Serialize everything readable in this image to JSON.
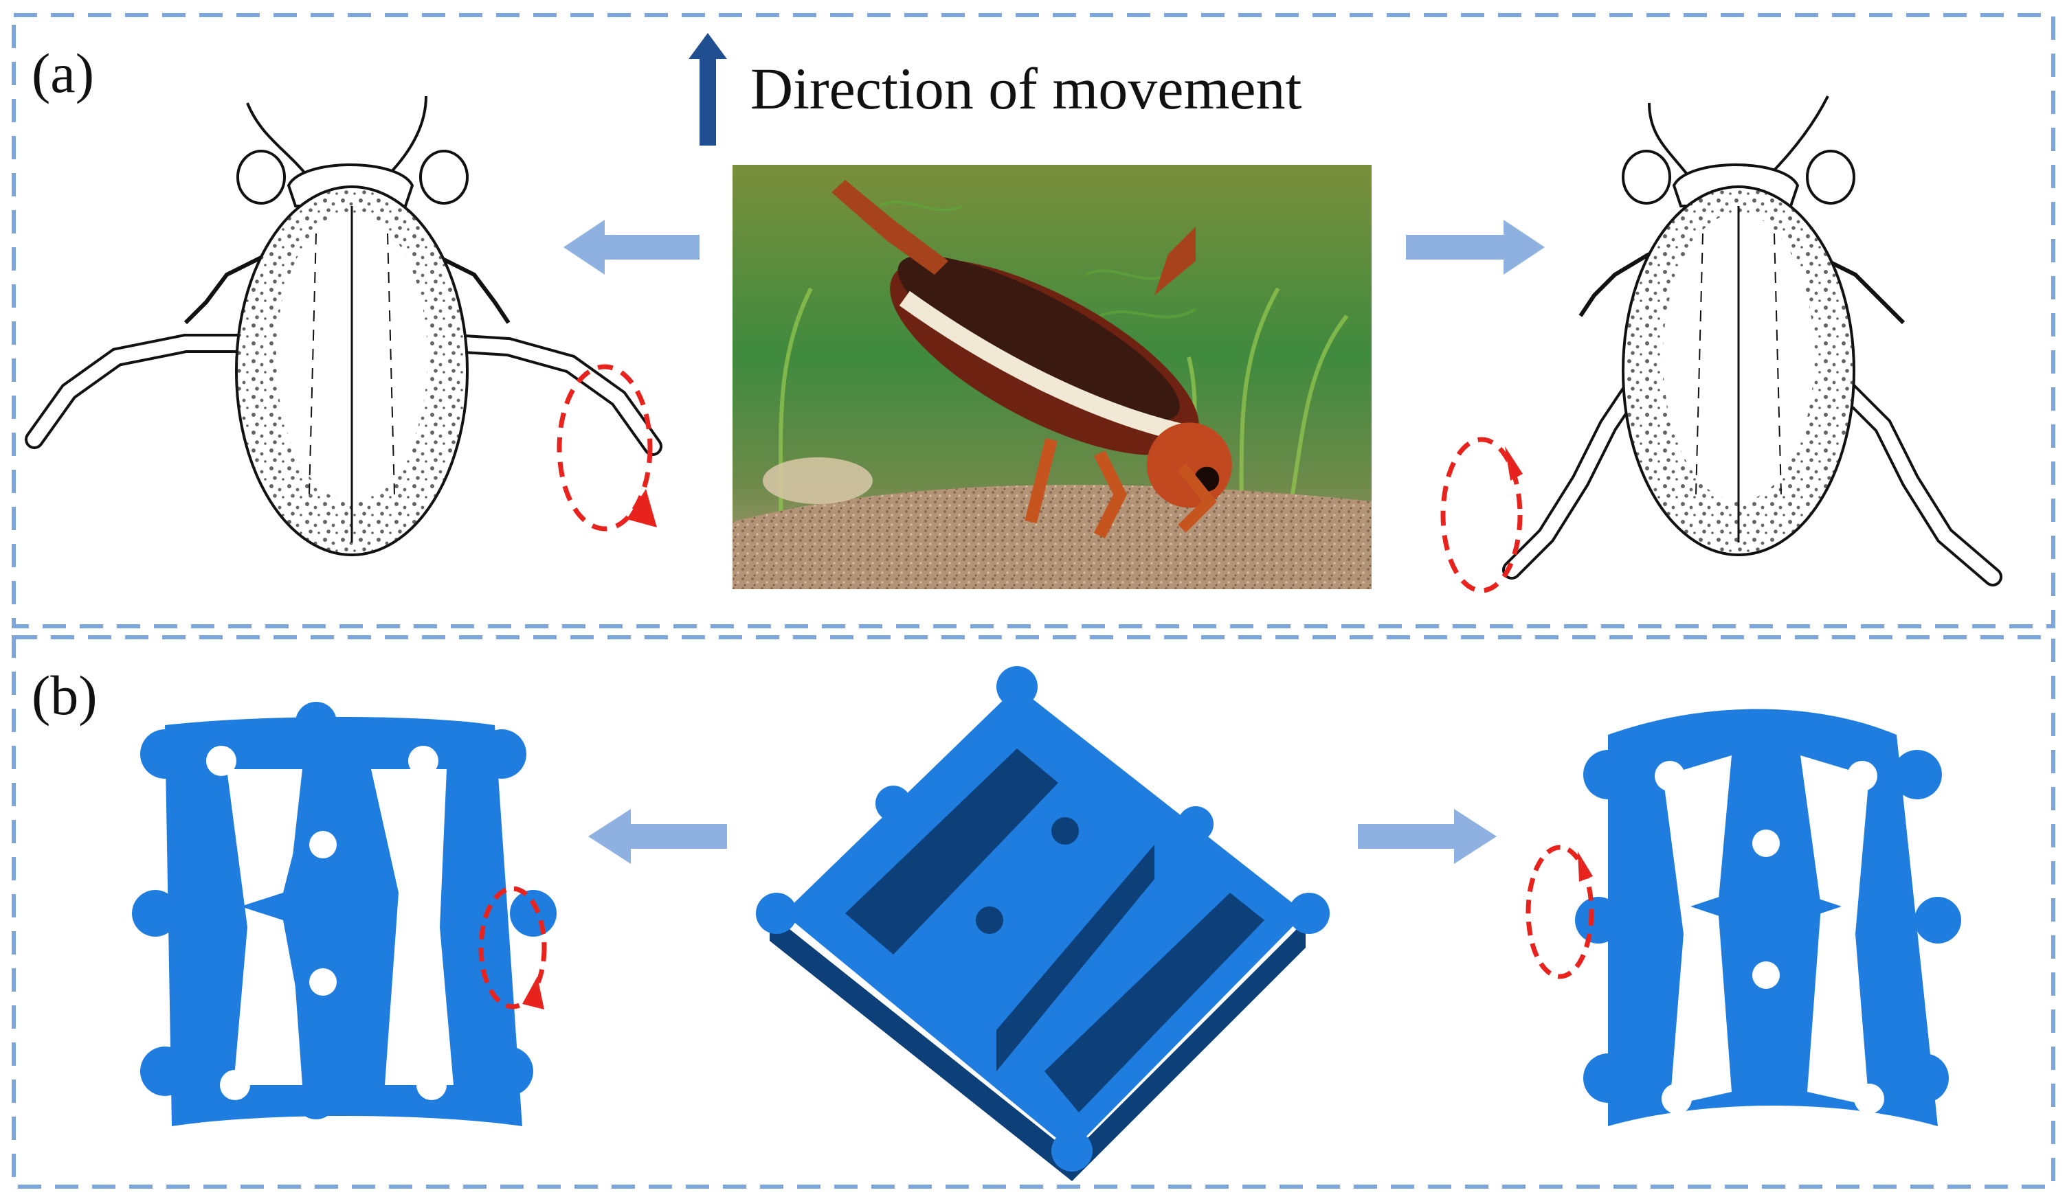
{
  "panel_a": {
    "label": "(a)"
  },
  "panel_b": {
    "label": "(b)"
  },
  "legend": {
    "text": "Direction of movement"
  },
  "colors": {
    "frame_dash": "#7da6dc",
    "arrow_light": "#8eb1e2",
    "direction_arrow": "#1f4e91",
    "mechanism_blue": "#1f7de0",
    "mechanism_dark": "#0d3f78",
    "motion_red": "#e8231e",
    "beetle_body": "#6e2312"
  },
  "icons": {
    "direction": "arrow-up-icon",
    "flow_left": "arrow-left-icon",
    "flow_right": "arrow-right-icon",
    "leg_motion": "circular-arrow-icon"
  }
}
